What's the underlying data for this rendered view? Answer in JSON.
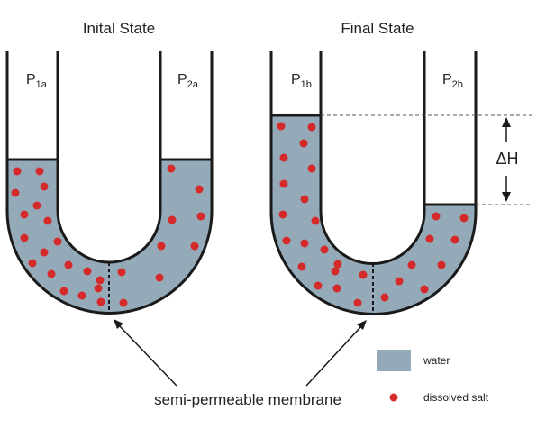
{
  "panels": {
    "initial": {
      "title": "Inital State",
      "p_left": {
        "main": "P",
        "sub": "1a"
      },
      "p_right": {
        "main": "P",
        "sub": "2a"
      }
    },
    "final": {
      "title": "Final State",
      "p_left": {
        "main": "P",
        "sub": "1b"
      },
      "p_right": {
        "main": "P",
        "sub": "2b"
      }
    }
  },
  "height_difference_label": "ΔH",
  "membrane_label": "semi-permeable membrane",
  "legend": {
    "water": {
      "label": "water",
      "color": "#94aab9"
    },
    "salt": {
      "label": "dissolved salt",
      "color": "#d42a2a"
    }
  },
  "colors": {
    "water": "#94aab9",
    "salt": "#d42a2a",
    "outline": "#1a1a1a",
    "dashed": "#555555"
  }
}
